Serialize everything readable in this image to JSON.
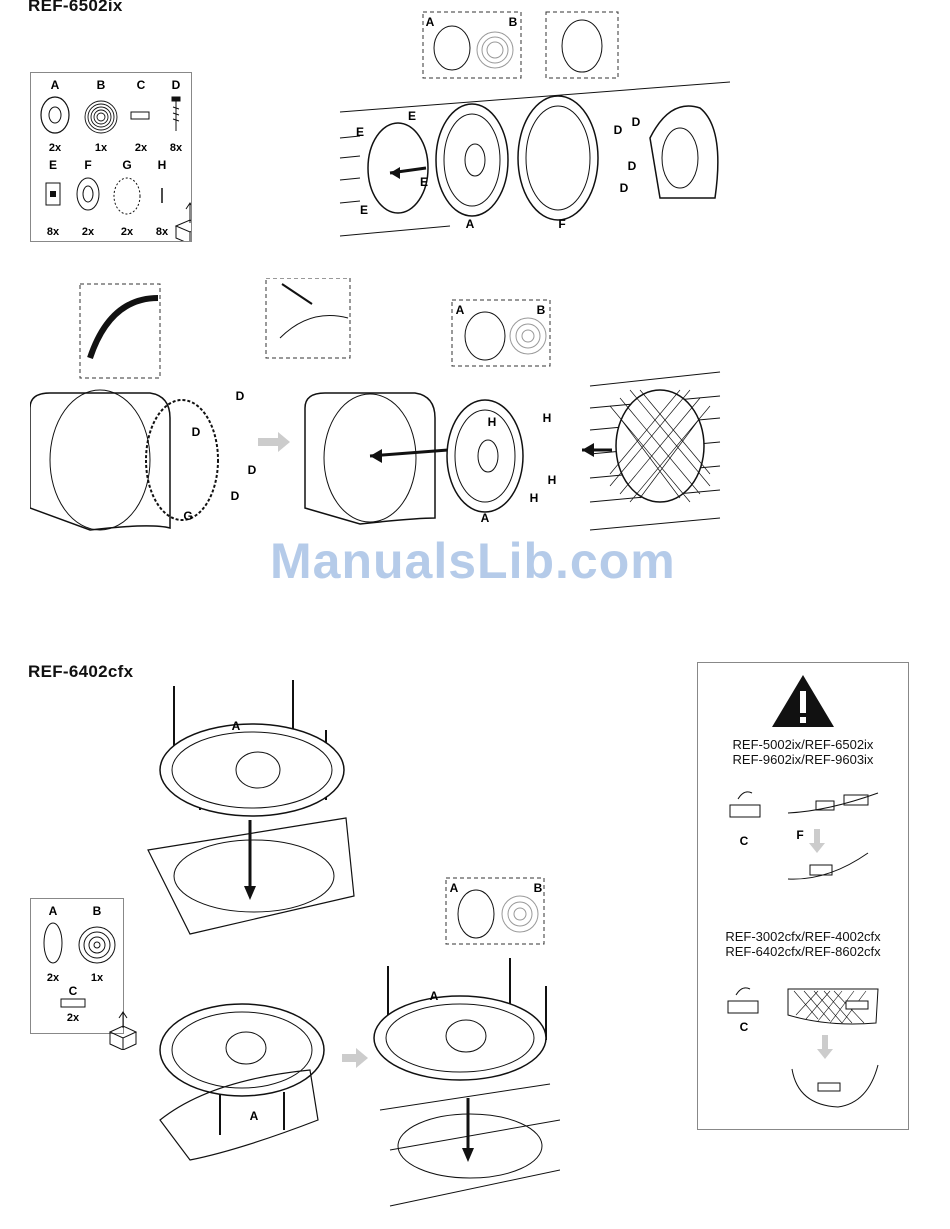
{
  "section1": {
    "title": "REF-6502ix",
    "parts": [
      {
        "letter": "A",
        "qty": "2x"
      },
      {
        "letter": "B",
        "qty": "1x"
      },
      {
        "letter": "C",
        "qty": "2x"
      },
      {
        "letter": "D",
        "qty": "8x"
      },
      {
        "letter": "E",
        "qty": "8x"
      },
      {
        "letter": "F",
        "qty": "2x"
      },
      {
        "letter": "G",
        "qty": "2x"
      },
      {
        "letter": "H",
        "qty": "8x"
      }
    ],
    "labels": {
      "a": "A",
      "b": "B",
      "d": "D",
      "e": "E",
      "f": "F",
      "g": "G",
      "h": "H"
    }
  },
  "section2": {
    "title": "REF-6402cfx",
    "parts": [
      {
        "letter": "A",
        "qty": "2x"
      },
      {
        "letter": "B",
        "qty": "1x"
      },
      {
        "letter": "C",
        "qty": "2x"
      }
    ],
    "labels": {
      "a": "A",
      "b": "B"
    }
  },
  "watermark": "ManualsLib.com",
  "warning": {
    "group1": [
      "REF-5002ix/REF-6502ix",
      "REF-9602ix/REF-9603ix"
    ],
    "group2": [
      "REF-3002cfx/REF-4002cfx",
      "REF-6402cfx/REF-8602cfx"
    ],
    "label_c": "C",
    "label_f": "F"
  }
}
